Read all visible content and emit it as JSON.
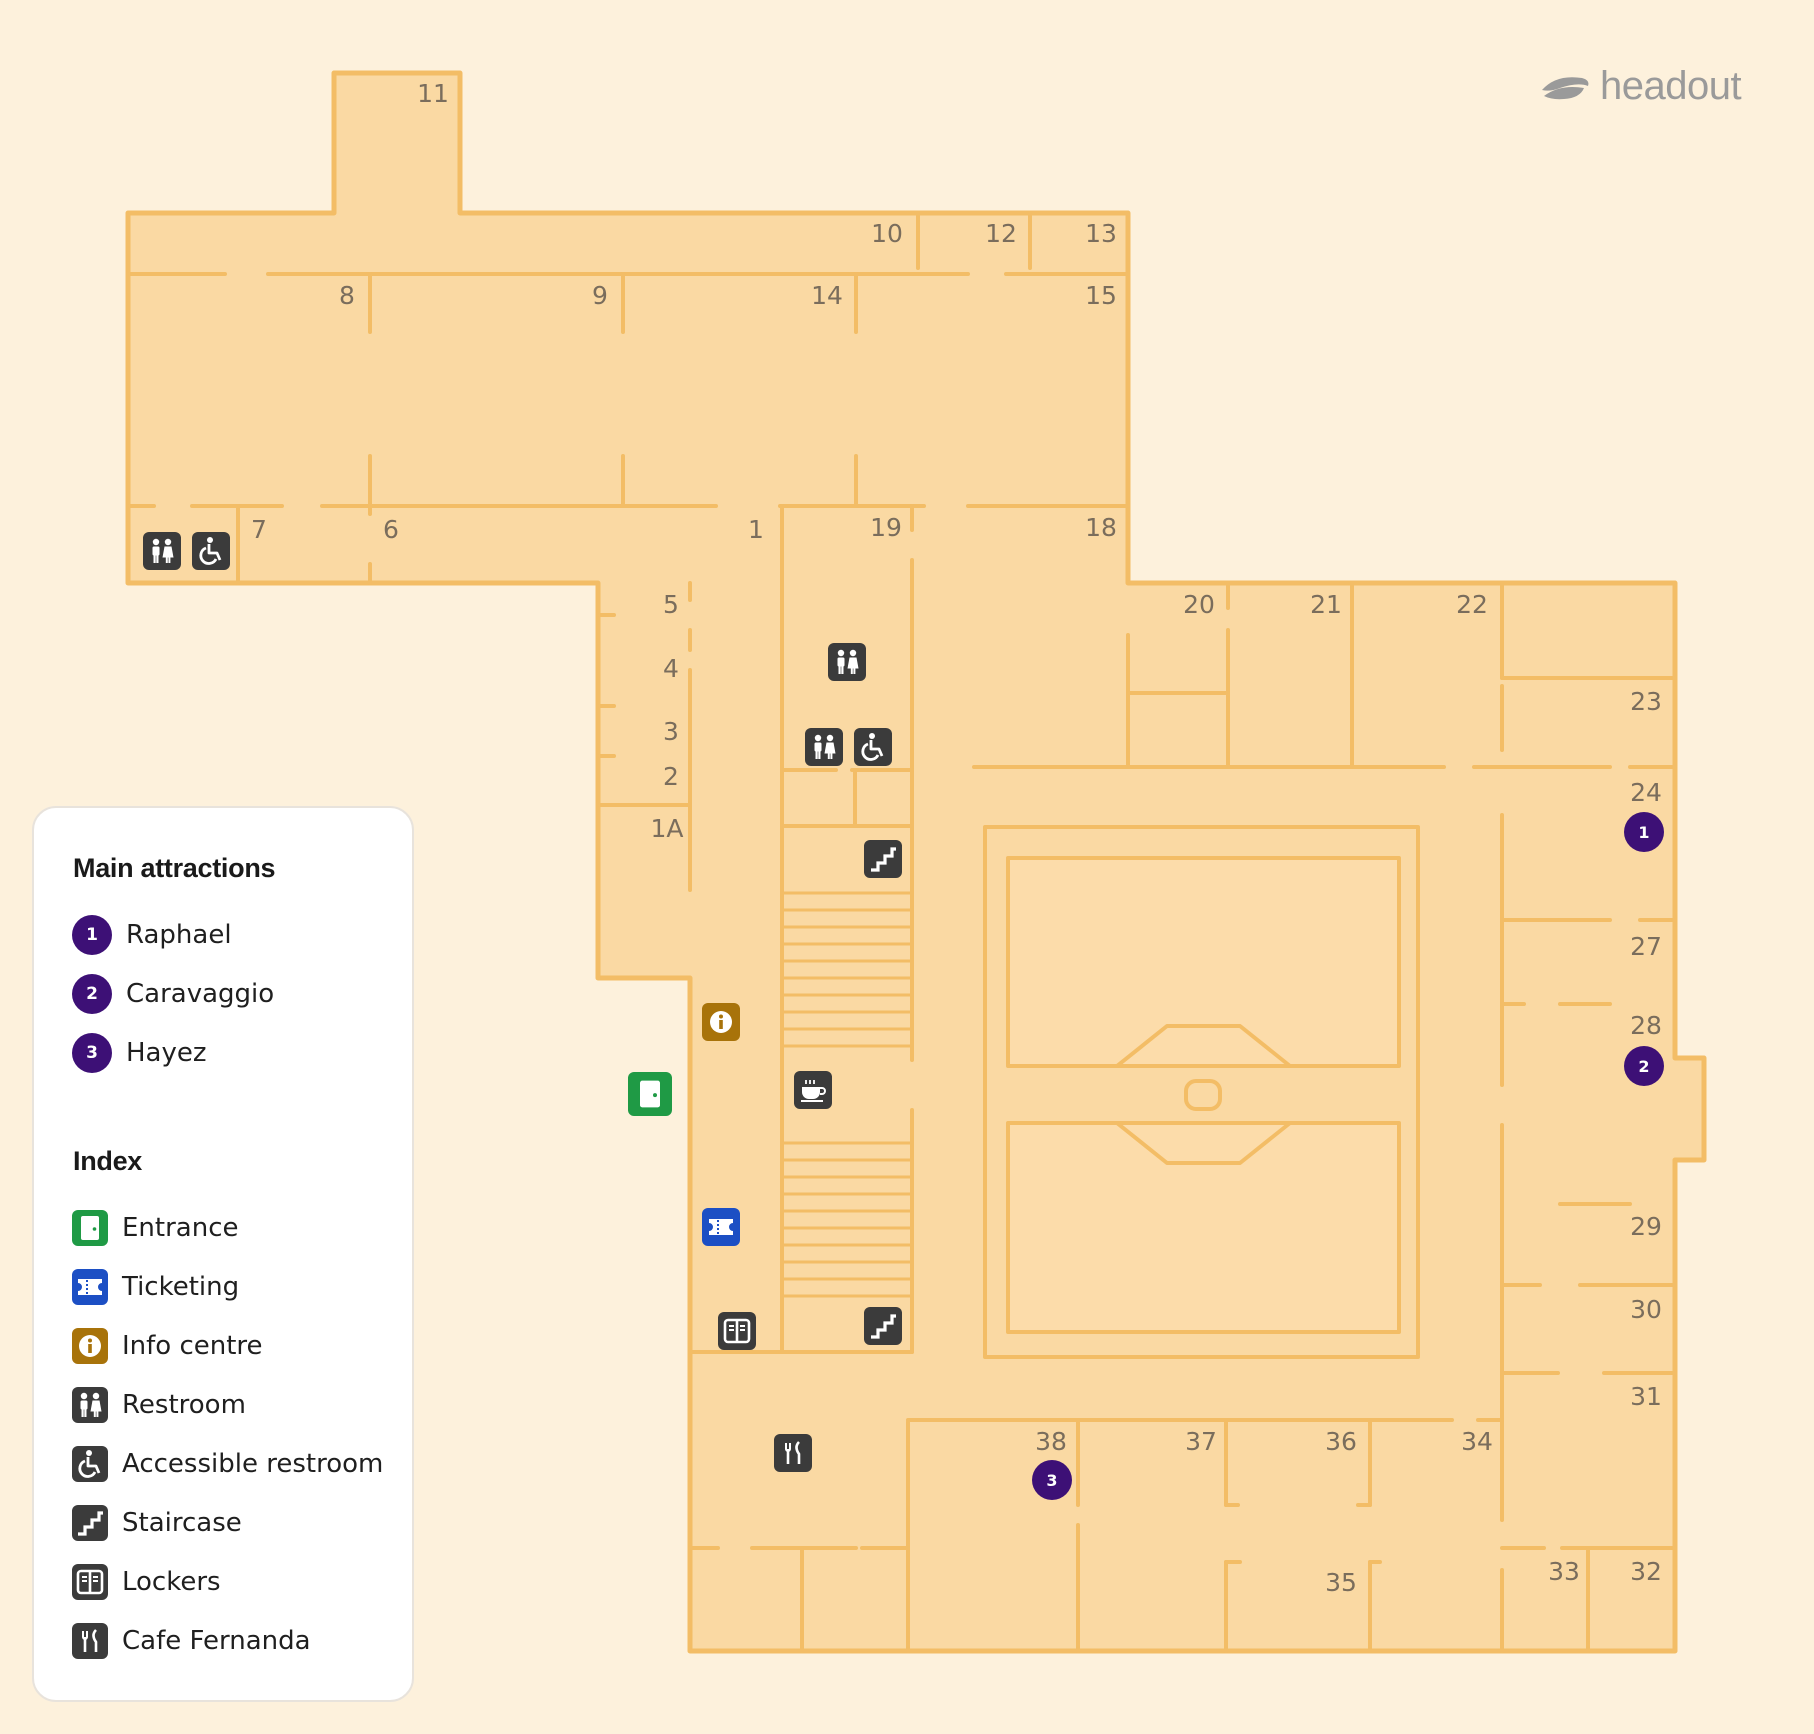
{
  "brand": {
    "name": "headout"
  },
  "rooms": [
    {
      "id": "11",
      "label": "11"
    },
    {
      "id": "10",
      "label": "10"
    },
    {
      "id": "12",
      "label": "12"
    },
    {
      "id": "13",
      "label": "13"
    },
    {
      "id": "8",
      "label": "8"
    },
    {
      "id": "9",
      "label": "9"
    },
    {
      "id": "14",
      "label": "14"
    },
    {
      "id": "15",
      "label": "15"
    },
    {
      "id": "7",
      "label": "7"
    },
    {
      "id": "6",
      "label": "6"
    },
    {
      "id": "1",
      "label": "1"
    },
    {
      "id": "19",
      "label": "19"
    },
    {
      "id": "18",
      "label": "18"
    },
    {
      "id": "5",
      "label": "5"
    },
    {
      "id": "4",
      "label": "4"
    },
    {
      "id": "3",
      "label": "3"
    },
    {
      "id": "2",
      "label": "2"
    },
    {
      "id": "1A",
      "label": "1A"
    },
    {
      "id": "20",
      "label": "20"
    },
    {
      "id": "21",
      "label": "21"
    },
    {
      "id": "22",
      "label": "22"
    },
    {
      "id": "23",
      "label": "23"
    },
    {
      "id": "24",
      "label": "24"
    },
    {
      "id": "27",
      "label": "27"
    },
    {
      "id": "28",
      "label": "28"
    },
    {
      "id": "29",
      "label": "29"
    },
    {
      "id": "30",
      "label": "30"
    },
    {
      "id": "31",
      "label": "31"
    },
    {
      "id": "38",
      "label": "38"
    },
    {
      "id": "37",
      "label": "37"
    },
    {
      "id": "36",
      "label": "36"
    },
    {
      "id": "34",
      "label": "34"
    },
    {
      "id": "35",
      "label": "35"
    },
    {
      "id": "33",
      "label": "33"
    },
    {
      "id": "32",
      "label": "32"
    }
  ],
  "map_markers": [
    {
      "id": "attraction-1",
      "kind": "attraction",
      "label": "1"
    },
    {
      "id": "attraction-2",
      "kind": "attraction",
      "label": "2"
    },
    {
      "id": "attraction-3",
      "kind": "attraction",
      "label": "3"
    }
  ],
  "legend": {
    "attractions_title": "Main attractions",
    "attractions": [
      {
        "number": "1",
        "name": "Raphael"
      },
      {
        "number": "2",
        "name": "Caravaggio"
      },
      {
        "number": "3",
        "name": "Hayez"
      }
    ],
    "index_title": "Index",
    "index": [
      {
        "icon": "entrance-icon",
        "label": "Entrance"
      },
      {
        "icon": "ticketing-icon",
        "label": "Ticketing"
      },
      {
        "icon": "info-icon",
        "label": "Info centre"
      },
      {
        "icon": "restroom-icon",
        "label": "Restroom"
      },
      {
        "icon": "accessible-restroom-icon",
        "label": "Accessible restroom"
      },
      {
        "icon": "staircase-icon",
        "label": "Staircase"
      },
      {
        "icon": "lockers-icon",
        "label": "Lockers"
      },
      {
        "icon": "cafe-icon",
        "label": "Cafe Fernanda"
      }
    ]
  },
  "colors": {
    "background": "#fdf1dc",
    "floor": "#fad9a3",
    "wall": "#f3bd66",
    "room_label": "#7a6d5c",
    "attraction": "#3d1076",
    "entrance": "#1f9a45",
    "ticketing": "#1c4fc4",
    "info": "#a8730a",
    "facility": "#3b3b3b"
  }
}
